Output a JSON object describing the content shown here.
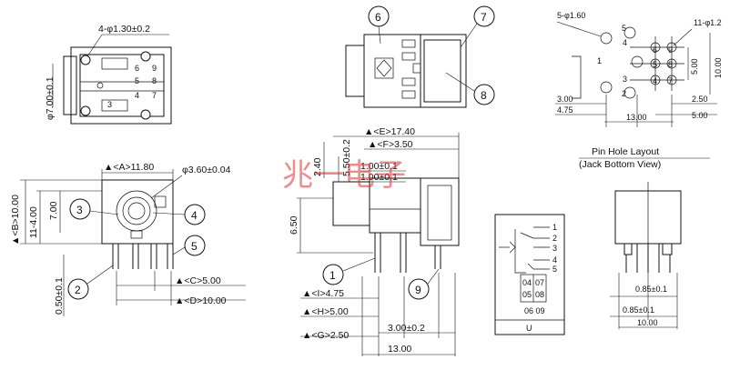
{
  "watermark": "兆一电子",
  "top_left": {
    "hole_dim": "4-φ1.30±0.2",
    "dia_dim": "φ7.00±0.1",
    "pins": [
      "6",
      "9",
      "5",
      "8",
      "4",
      "7",
      "3"
    ]
  },
  "top_middle": {
    "callouts": [
      "6",
      "7",
      "8"
    ]
  },
  "pin_layout": {
    "big_holes": "5-φ1.60",
    "small_holes": "11-φ1.2",
    "left_numbers": [
      "5",
      "4",
      "1",
      "3",
      "2"
    ],
    "grid_numbers": [
      "6",
      "9",
      "5",
      "8",
      "4",
      "7"
    ],
    "dims": [
      "3.00",
      "4.75",
      "13.00",
      "2.50",
      "5.00",
      "5.00",
      "10.00"
    ],
    "caption_line1": "Pin Hole Layout",
    "caption_line2": "(Jack Bottom View)"
  },
  "front_view": {
    "A": "▲<A>11.80",
    "dia": "φ3.60±0.04",
    "B": "▲<B>10.00",
    "dim_11_4": "11-4.00",
    "dim_7": "7.00",
    "dim_050": "0.50±0.1",
    "C": "▲<C>5.00",
    "D": "▲<D>10.00",
    "callouts": [
      "3",
      "4",
      "5",
      "2"
    ]
  },
  "side_view": {
    "E": "▲<E>17.40",
    "F": "▲<F>3.50",
    "v_240": "2.40",
    "v_550": "5.50±0.2",
    "h_100a": "1.00±0.1",
    "h_100b": "1.00±0.1",
    "v_650": "6.50",
    "I": "▲<I>4.75",
    "H": "▲<H>5.00",
    "G": "▲<G>2.50",
    "dim_300": "3.00±0.2",
    "dim_1300": "13.00",
    "callouts": [
      "1",
      "9"
    ]
  },
  "schematic": {
    "pins_right": [
      "1",
      "2",
      "3",
      "4",
      "5"
    ],
    "inner_labels": [
      "04",
      "07",
      "05",
      "08"
    ],
    "bottom_labels": "06 09",
    "foot": "U"
  },
  "end_view": {
    "dims": [
      "0.85±0.1",
      "0.85±0.1",
      "10.00"
    ]
  }
}
